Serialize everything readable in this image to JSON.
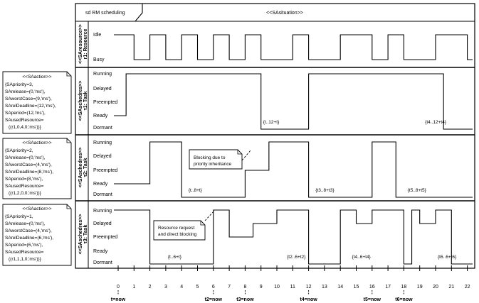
{
  "frame": {
    "tab_label": "sd RM scheduling",
    "stereotype": "<<SAsituation>>"
  },
  "lanes": [
    {
      "id": "resource",
      "stereotype": "<<SAresource>>",
      "name": "r1: Resource",
      "states": [
        "Idle",
        "Busy"
      ],
      "signal": [
        [
          0,
          "Idle"
        ],
        [
          1,
          "Busy"
        ],
        [
          2,
          "Idle"
        ],
        [
          3,
          "Busy"
        ],
        [
          4,
          "Idle"
        ],
        [
          5,
          "Busy"
        ],
        [
          6,
          "Idle"
        ],
        [
          7,
          "Busy"
        ],
        [
          8,
          "Idle"
        ],
        [
          9,
          "Busy"
        ],
        [
          11,
          "Idle"
        ],
        [
          12,
          "Busy"
        ],
        [
          14,
          "Idle"
        ],
        [
          16,
          "Busy"
        ],
        [
          17,
          "Idle"
        ],
        [
          18,
          "Busy"
        ],
        [
          20,
          "Idle"
        ],
        [
          22,
          "Busy"
        ]
      ],
      "labels": []
    },
    {
      "id": "task1",
      "stereotype": "<<SAschedres>>",
      "name": "τ1: Task",
      "states": [
        "Running",
        "Delayed",
        "Preempted",
        "Ready",
        "Dormant"
      ],
      "signal": [
        [
          0,
          "Ready"
        ],
        [
          0.5,
          "Running"
        ],
        [
          9,
          "Dormant"
        ],
        [
          12,
          "Running"
        ],
        [
          20.5,
          "Dormant"
        ]
      ],
      "labels": [
        {
          "text": "{t..12+t}",
          "t": 9,
          "state": "Dormant"
        },
        {
          "text": "{t4..12+t4}",
          "t": 19.2,
          "state": "Dormant"
        }
      ],
      "action": [
        "<<SAaction>>",
        "{SApriority=3,",
        "SArelease=(0,'ms'),",
        "SAworstCase=(9,'ms'),",
        "SArelDeadline=(12,'ms'),",
        "SAperiod=(12,'ms'),",
        "SAusedResource=",
        "((r1,0,4,0,'ms'))}"
      ]
    },
    {
      "id": "task2",
      "stereotype": "<<SAschedres>>",
      "name": "τ2: Task",
      "states": [
        "Running",
        "Delayed",
        "Preempted",
        "Ready",
        "Dormant"
      ],
      "signal": [
        [
          0,
          "Ready"
        ],
        [
          2,
          "Running"
        ],
        [
          4,
          "Dormant"
        ],
        [
          8,
          "Preempted"
        ],
        [
          9.5,
          "Running"
        ],
        [
          12,
          "Dormant"
        ],
        [
          16,
          "Running"
        ],
        [
          17.5,
          "Dormant"
        ]
      ],
      "labels": [
        {
          "text": "{t..8+t}",
          "t": 4.3,
          "state": "Dormant"
        },
        {
          "text": "{t3..8+t3}",
          "t": 12.3,
          "state": "Dormant"
        },
        {
          "text": "{t5..8+t5}",
          "t": 18.1,
          "state": "Dormant"
        }
      ],
      "action": [
        "<<SAaction>>",
        "{SApriority=2,",
        "SArelease=(0,'ms'),",
        "SAworstCase=(4,'ms'),",
        "SArelDeadline=(8,'ms'),",
        "SAperiod=(8,'ms'),",
        "SAusedResource=",
        "((r1,2,0,0,'ms'))}"
      ],
      "note": {
        "lines": [
          "Blocking due to",
          "priority inheritance"
        ]
      }
    },
    {
      "id": "task3",
      "stereotype": "<<SAschedres>>",
      "name": "τ3: Task",
      "states": [
        "Running",
        "Delayed",
        "Preempted",
        "Ready",
        "Dormant"
      ],
      "signal": [
        [
          0,
          "Running"
        ],
        [
          2,
          "Dormant"
        ],
        [
          6,
          "Running"
        ],
        [
          7,
          "Preempted"
        ],
        [
          8.5,
          "Delayed"
        ],
        [
          10,
          "Running"
        ],
        [
          12,
          "Dormant"
        ],
        [
          14,
          "Running"
        ],
        [
          15,
          "Delayed"
        ],
        [
          16,
          "Running"
        ],
        [
          18,
          "Dormant"
        ],
        [
          18.5,
          "Running"
        ],
        [
          19,
          "Delayed"
        ],
        [
          20,
          "Running"
        ],
        [
          21,
          "Dormant"
        ]
      ],
      "labels": [
        {
          "text": "{t..6+t}",
          "t": 3,
          "state": "Dormant"
        },
        {
          "text": "{t2..6+t2}",
          "t": 10.5,
          "state": "Dormant"
        },
        {
          "text": "{t4..6+t4}",
          "t": 14.6,
          "state": "Dormant"
        },
        {
          "text": "{t6..6+t6}",
          "t": 20,
          "state": "Dormant"
        }
      ],
      "action": [
        "<<SAaction>>",
        "{SApriority=1,",
        "SArelease=(0,'ms'),",
        "SAworstCase=(4,'ms'),",
        "SArelDeadline=(6,'ms'),",
        "SAperiod=(6,'ms'),",
        "SAusedResource=",
        "((r1,1,1,0,'ms'))}"
      ],
      "note": {
        "lines": [
          "Resource request",
          "and direct blocking"
        ]
      }
    }
  ],
  "axis": {
    "ticks": [
      "0",
      "1",
      "2",
      "3",
      "4",
      "5",
      "6",
      "7",
      "8",
      "9",
      "10",
      "11",
      "12",
      "13",
      "14",
      "15",
      "16",
      "17",
      "18",
      "19",
      "20",
      "21",
      "22"
    ],
    "markers": [
      {
        "label": "t=now",
        "tick": 0
      },
      {
        "label": "t2=now",
        "tick": 6
      },
      {
        "label": "t3=now",
        "tick": 8
      },
      {
        "label": "t4=now",
        "tick": 12
      },
      {
        "label": "t5=now",
        "tick": 16
      },
      {
        "label": "t6=now",
        "tick": 18
      }
    ]
  }
}
